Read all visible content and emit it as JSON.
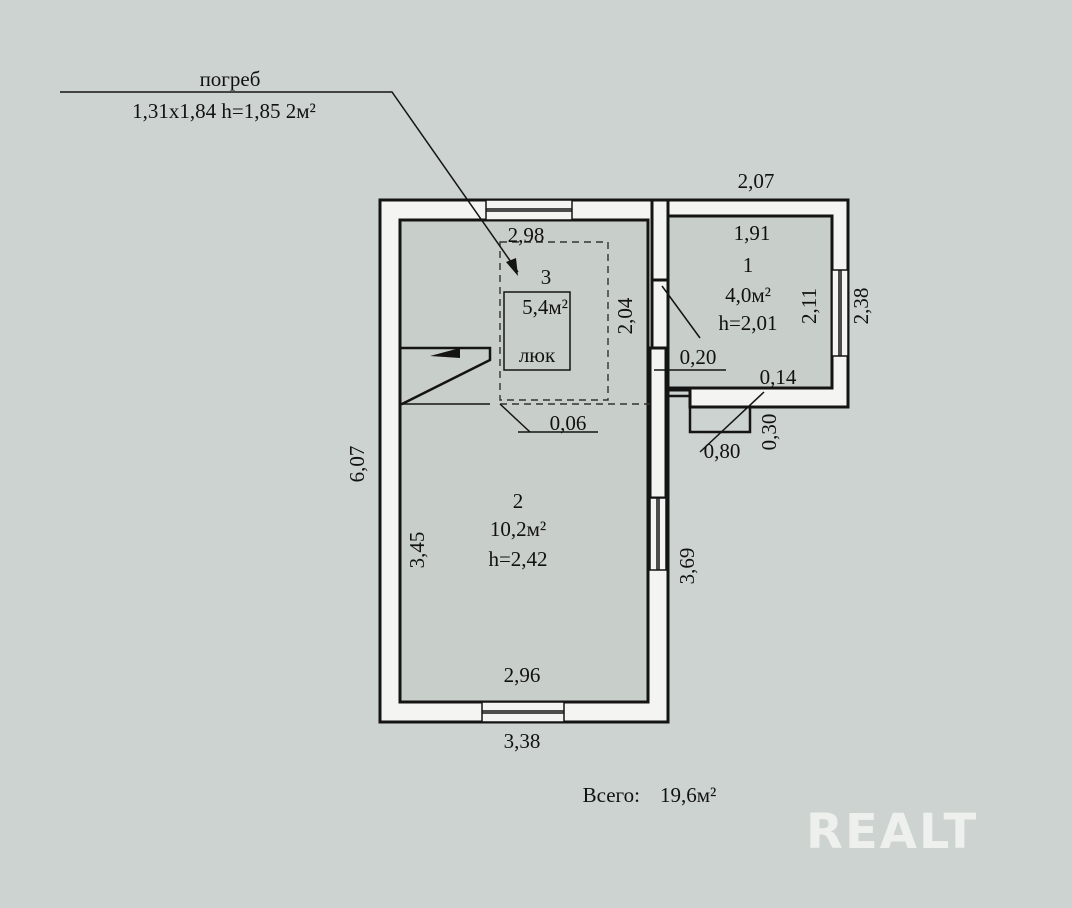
{
  "cellar": {
    "name": "погреб",
    "spec": "1,31х1,84 h=1,85 2м²"
  },
  "rooms": [
    {
      "id": "1",
      "number": "1",
      "area": "4,0м²",
      "height": "h=2,01"
    },
    {
      "id": "2",
      "number": "2",
      "area": "10,2м²",
      "height": "h=2,42"
    },
    {
      "id": "3",
      "number": "3",
      "area": "5,4м²",
      "hatch": "люк"
    }
  ],
  "dimensions": {
    "top_annex": "2,07",
    "annex_inner_top": "1,91",
    "annex_inner_side": "2,11",
    "annex_outer_side": "2,38",
    "room3_top": "2,98",
    "room3_side": "2,04",
    "partition_gap": "0,20",
    "partition_small": "0,06",
    "porch_top": "0,14",
    "porch_width": "0,80",
    "porch_depth": "0,30",
    "left_outer": "6,07",
    "left_inner": "3,45",
    "right_lower": "3,69",
    "bottom_inner": "2,96",
    "bottom_outer": "3,38"
  },
  "total": {
    "label": "Всего:",
    "value": "19,6м²"
  },
  "watermark": "REALT",
  "colors": {
    "background": "#cdd3d0",
    "walls": "#141414",
    "watermark": "#eef0ee"
  }
}
